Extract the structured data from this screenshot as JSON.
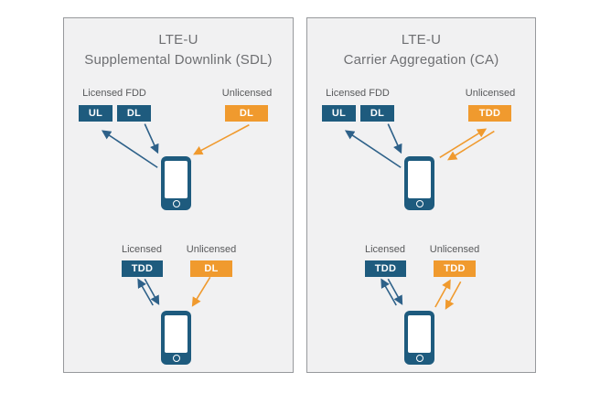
{
  "colors": {
    "blue": "#1E5B7E",
    "blue-arrow": "#2E6189",
    "orange": "#F09A2E",
    "panel-bg": "#F1F1F2",
    "panel-border": "#97999C",
    "title-gray": "#6E6F72",
    "label-gray": "#58595B"
  },
  "panels": [
    {
      "title_line1": "LTE-U",
      "title_line2": "Supplemental Downlink (SDL)",
      "top": {
        "licensed_label": "Licensed FDD",
        "unlicensed_label": "Unlicensed",
        "box_ul": "UL",
        "box_dl": "DL",
        "unlicensed_box": "DL"
      },
      "bottom": {
        "licensed_label": "Licensed",
        "unlicensed_label": "Unlicensed",
        "licensed_box": "TDD",
        "unlicensed_box": "DL"
      }
    },
    {
      "title_line1": "LTE-U",
      "title_line2": "Carrier Aggregation (CA)",
      "top": {
        "licensed_label": "Licensed FDD",
        "unlicensed_label": "Unlicensed",
        "box_ul": "UL",
        "box_dl": "DL",
        "unlicensed_box": "TDD"
      },
      "bottom": {
        "licensed_label": "Licensed",
        "unlicensed_label": "Unlicensed",
        "licensed_box": "TDD",
        "unlicensed_box": "TDD"
      }
    }
  ]
}
